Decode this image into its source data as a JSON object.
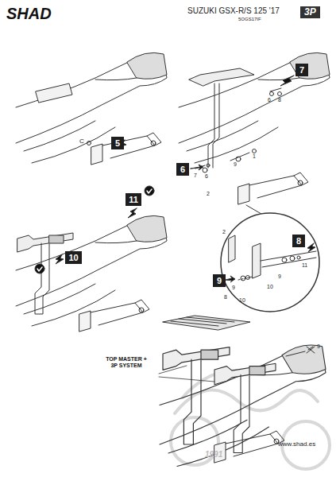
{
  "diagram": {
    "title": "SUZUKI GSX-R/S 125 '17",
    "nodes": [
      {
        "text": [
          "5"
        ]
      },
      {
        "text": [
          "7"
        ]
      },
      {
        "text": [
          "6"
        ]
      },
      {
        "text": [
          "11"
        ]
      },
      {
        "text": [
          "10"
        ]
      },
      {
        "text": [
          "8"
        ]
      },
      {
        "text": [
          "9"
        ]
      }
    ],
    "labels": [
      "SHAD",
      "5OGS17IF",
      "3P",
      "C",
      "6",
      "8",
      "1",
      "9",
      "7",
      "6",
      "2",
      "2",
      "11",
      "10",
      "9",
      "9",
      "8",
      "10",
      "9",
      "TOP MASTER + 3P SYSTEM",
      "www.shad.es",
      "1991"
    ]
  }
}
